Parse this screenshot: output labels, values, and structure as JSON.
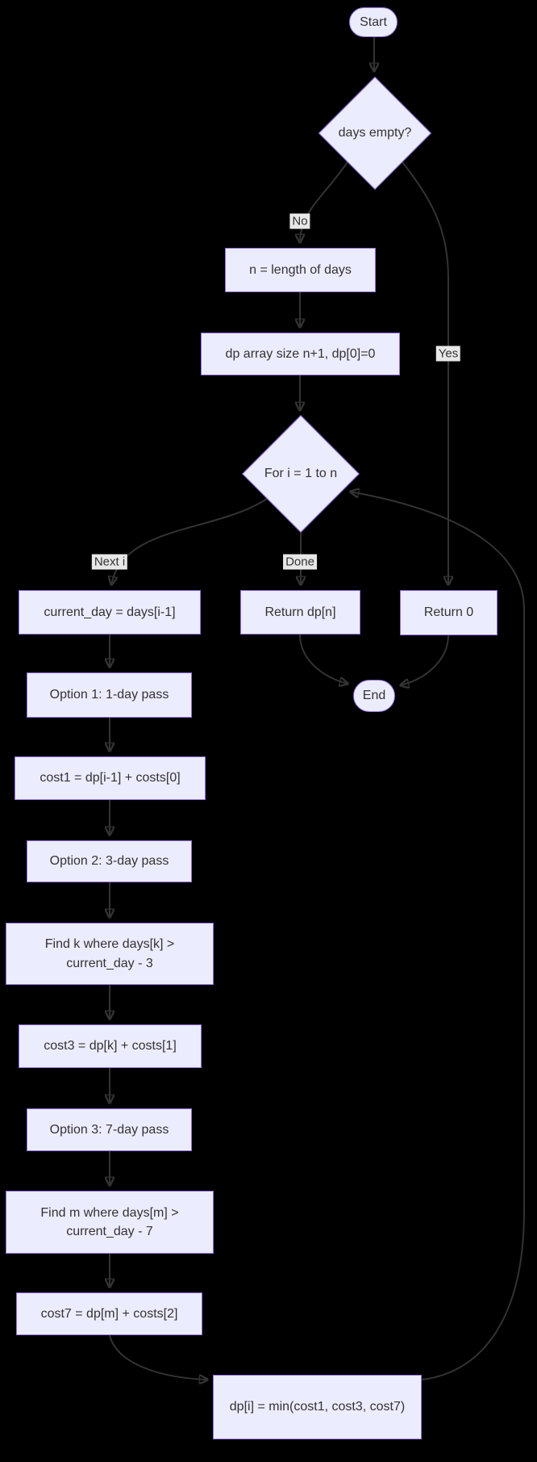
{
  "diagram": {
    "type": "flowchart",
    "theme": {
      "background": "#000000",
      "node_fill": "#ECECFF",
      "node_border": "#9370DB",
      "edge_color": "#333333",
      "text_color": "#333333",
      "edge_label_bg": "#e8e8e8"
    },
    "nodes": {
      "start": {
        "label": "Start",
        "shape": "stadium"
      },
      "days_empty": {
        "label": "days empty?",
        "shape": "diamond"
      },
      "n_length": {
        "label": "n = length of days",
        "shape": "rect"
      },
      "dp_array": {
        "label": "dp array size n+1, dp[0]=0",
        "shape": "rect"
      },
      "for_loop": {
        "label": "For i = 1 to n",
        "shape": "diamond"
      },
      "current_day": {
        "label": "current_day = days[i-1]",
        "shape": "rect"
      },
      "return_dpn": {
        "label": "Return dp[n]",
        "shape": "rect"
      },
      "return_0": {
        "label": "Return 0",
        "shape": "rect"
      },
      "end": {
        "label": "End",
        "shape": "stadium"
      },
      "option1": {
        "label": "Option 1: 1-day pass",
        "shape": "rect"
      },
      "cost1": {
        "label": "cost1 = dp[i-1] + costs[0]",
        "shape": "rect"
      },
      "option2": {
        "label": "Option 2: 3-day pass",
        "shape": "rect"
      },
      "find_k": {
        "label": "Find k where days[k] > current_day - 3",
        "shape": "rect"
      },
      "cost3": {
        "label": "cost3 = dp[k] + costs[1]",
        "shape": "rect"
      },
      "option3": {
        "label": "Option 3: 7-day pass",
        "shape": "rect"
      },
      "find_m": {
        "label": "Find m where days[m] > current_day - 7",
        "shape": "rect"
      },
      "cost7": {
        "label": "cost7 = dp[m] + costs[2]",
        "shape": "rect"
      },
      "dp_min": {
        "label": "dp[i] = min(cost1, cost3, cost7)",
        "shape": "rect"
      }
    },
    "edge_labels": {
      "no": "No",
      "yes": "Yes",
      "next_i": "Next i",
      "done": "Done"
    }
  }
}
